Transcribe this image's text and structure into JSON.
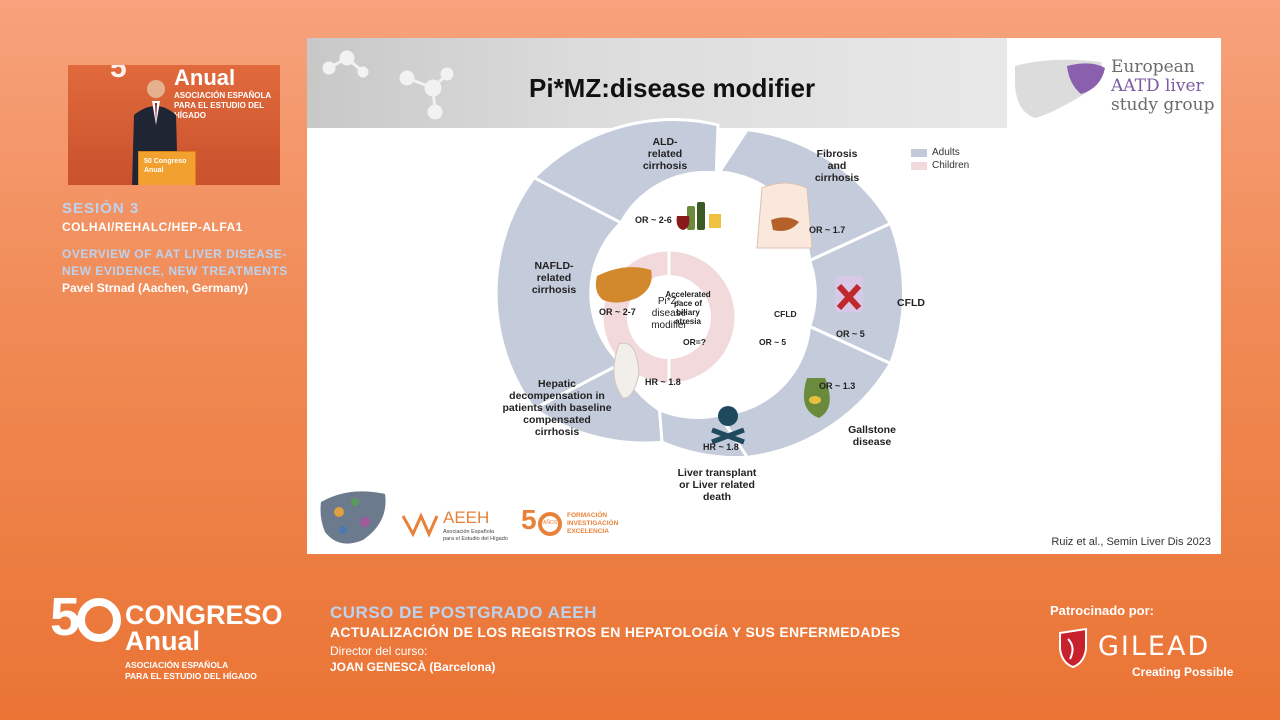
{
  "video": {
    "anual": "Anual",
    "sub1": "ASOCIACIÓN ESPAÑOLA",
    "sub2": "PARA EL ESTUDIO DEL HÍGADO",
    "podium1": "50 Congreso",
    "podium2": "Anual"
  },
  "session": {
    "label": "SESIÓN 3",
    "groups": "COLHAI/REHALC/HEP-ALFA1",
    "talk_title": "OVERVIEW OF AAT LIVER DISEASE-NEW EVIDENCE, NEW TREATMENTS",
    "speaker": "Pavel Strnad (Aachen, Germany)"
  },
  "slide": {
    "title": "Pi*MZ:disease modifier",
    "logo_line1": "European",
    "logo_line2": "AATD liver",
    "logo_line3": "study group",
    "citation": "Ruiz et al., Semin Liver Dis 2023",
    "legend": [
      {
        "label": "Adults",
        "color": "#c2c9da"
      },
      {
        "label": "Children",
        "color": "#f2d9db"
      }
    ],
    "outer_labels": {
      "ald": [
        "ALD-",
        "related",
        "cirrhosis"
      ],
      "fibrosis": [
        "Fibrosis",
        "and",
        "cirrhosis"
      ],
      "cfld": [
        "CFLD"
      ],
      "gallstone": [
        "Gallstone",
        "disease"
      ],
      "transplant": [
        "Liver transplant",
        "or Liver related",
        "death"
      ],
      "hepatic": [
        "Hepatic",
        "decompensation in",
        "patients with baseline",
        "compensated",
        "cirrhosis"
      ],
      "nafld": [
        "NAFLD-",
        "related",
        "cirrhosis"
      ]
    },
    "segment_values": {
      "ald": "OR ~ 2-6",
      "fibrosis": "OR ~ 1.7",
      "cfld": "OR ~ 5",
      "gallstone": "OR ~ 1.3",
      "transplant": "HR ~ 1.8",
      "hepatic": "HR ~ 1.8",
      "nafld": "OR ~ 2-7"
    },
    "center": [
      "Pi*Z-",
      "disease",
      "modifier"
    ],
    "children": {
      "biliary_label": [
        "Accelerated",
        "pace of",
        "biliary",
        "atresia"
      ],
      "biliary_value": "OR=?",
      "cfld_label": "CFLD",
      "cfld_value": "OR ~ 5"
    },
    "footer_logos": {
      "aeeh": "AEEH",
      "aeeh_sub1": "Asociación Española",
      "aeeh_sub2": "para el Estudio del Hígado",
      "anos": "AÑOS",
      "line1": "FORMACIÓN",
      "line2": "INVESTIGACIÓN",
      "line3": "EXCELENCIA"
    }
  },
  "footer": {
    "congress_congreso": "CONGRESO",
    "congress_anual": "Anual",
    "congress_sub1": "ASOCIACIÓN ESPAÑOLA",
    "congress_sub2": "PARA EL ESTUDIO DEL HÍGADO",
    "course_title": "CURSO DE POSTGRADO AEEH",
    "course_subtitle": "ACTUALIZACIÓN DE LOS REGISTROS EN HEPATOLOGÍA Y SUS ENFERMEDADES",
    "director_label": "Director del curso:",
    "director_name": "JOAN GENESCÀ (Barcelona)",
    "sponsor_label": "Patrocinado por:",
    "sponsor_name": "GILEAD",
    "sponsor_tagline": "Creating Possible"
  }
}
